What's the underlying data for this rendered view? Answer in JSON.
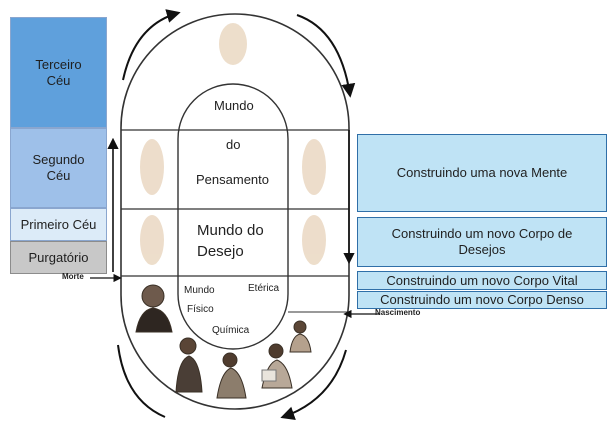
{
  "left_stack": {
    "terceiro": "Terceiro\nCéu",
    "segundo": "Segundo\nCéu",
    "primeiro": "Primeiro Céu",
    "purgatorio": "Purgatório"
  },
  "center": {
    "mundo": "Mundo",
    "do": "do",
    "pensamento": "Pensamento",
    "desejo_line1": "Mundo do",
    "desejo_line2": "Desejo",
    "fis_mundo": "Mundo",
    "fis_eterica": "Etérica",
    "fis_fisico": "Físico",
    "fis_quimica": "Química"
  },
  "right_stack": {
    "mente": "Construindo uma nova Mente",
    "desejos": "Construindo um novo Corpo de Desejos",
    "vital": "Construindo um novo Corpo Vital",
    "denso": "Construindo um novo Corpo Denso"
  },
  "markers": {
    "morte": "Morte",
    "nascimento": "Nascimento"
  },
  "colors": {
    "terceiro": "#5fa0dc",
    "segundo": "#9ec0e9",
    "primeiro": "#dcebf8",
    "purgatorio": "#c8c8c8",
    "right_fill": "#bfe3f5",
    "right_border": "#2f6fa8"
  }
}
